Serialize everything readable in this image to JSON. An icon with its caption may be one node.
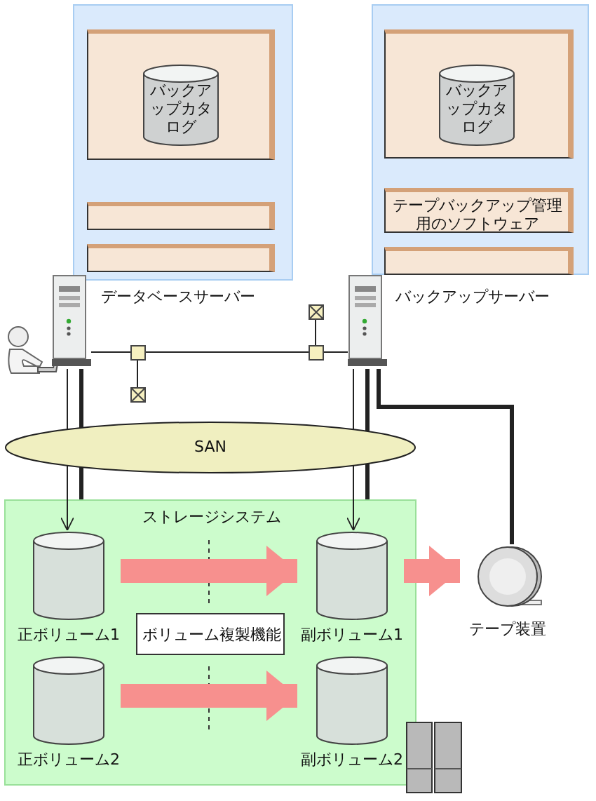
{
  "diagram": {
    "nodes": [
      {
        "text": [],
        "shape": "box"
      },
      {
        "text": [],
        "shape": "box",
        "in": 0
      },
      {
        "text": [
          "バックアップカタログ"
        ],
        "in": 1
      },
      {
        "text": [],
        "shape": "box",
        "in": 0
      },
      {
        "text": [],
        "shape": "box",
        "in": 0
      },
      {
        "text": [],
        "shape": "box"
      },
      {
        "text": [],
        "shape": "box",
        "in": 5
      },
      {
        "text": [
          "バックアップカタログ"
        ],
        "in": 6
      },
      {
        "text": [
          "テープバックアップ管理用のソフトウェア"
        ],
        "in": 5
      },
      {
        "text": [],
        "shape": "box",
        "in": 5
      },
      {
        "text": [],
        "shape": "server",
        "beside": [
          "データベースサーバー"
        ]
      },
      {
        "text": [],
        "shape": "server",
        "beside": [
          "バックアップサーバー"
        ]
      },
      {
        "text": [],
        "shape": "box"
      },
      {
        "text": [],
        "shape": "box"
      },
      {
        "text": [],
        "shape": "box"
      },
      {
        "text": [],
        "shape": "box"
      },
      {
        "text": [
          "SAN"
        ]
      },
      {
        "text": [
          "ストレージシステム"
        ]
      },
      {
        "text": [
          "正ボリューム1"
        ],
        "in": 17
      },
      {
        "text": [
          "副ボリューム1"
        ],
        "in": 17
      },
      {
        "text": [
          "ボリューム複製機能"
        ],
        "in": 17
      },
      {
        "text": [
          "正ボリューム2"
        ],
        "in": 17
      },
      {
        "text": [
          "副ボリューム2"
        ],
        "in": 17
      },
      {
        "text": [
          "テープ装置"
        ]
      }
    ],
    "edges": [
      {
        "from": 10,
        "to": 12,
        "arrow": "none"
      },
      {
        "from": 12,
        "to": 13,
        "arrow": "none"
      },
      {
        "from": 13,
        "to": 11,
        "arrow": "none"
      },
      {
        "from": 12,
        "to": 14,
        "arrow": "none"
      },
      {
        "from": 13,
        "to": 15,
        "arrow": "none"
      },
      {
        "from": 10,
        "to": 16,
        "arrow": "none"
      },
      {
        "from": 16,
        "to": 18,
        "arrow": "to"
      },
      {
        "from": 10,
        "to": 16,
        "arrow": "none",
        "style": "thick"
      },
      {
        "from": 16,
        "to": 17,
        "arrow": "none",
        "style": "thick"
      },
      {
        "from": 11,
        "to": 16,
        "arrow": "none"
      },
      {
        "from": 16,
        "to": 19,
        "arrow": "to"
      },
      {
        "from": 11,
        "to": 16,
        "arrow": "none",
        "style": "thick"
      },
      {
        "from": 16,
        "to": 17,
        "arrow": "none",
        "style": "thick"
      },
      {
        "from": 11,
        "to": 23,
        "arrow": "none",
        "style": "thick"
      },
      {
        "from": 18,
        "to": 19,
        "arrow": "to",
        "style": "thick",
        "color": "#f7908e"
      },
      {
        "from": 21,
        "to": 22,
        "arrow": "to",
        "style": "thick",
        "color": "#f7908e"
      },
      {
        "from": 19,
        "to": 23,
        "arrow": "to",
        "style": "thick",
        "color": "#f7908e"
      }
    ]
  }
}
